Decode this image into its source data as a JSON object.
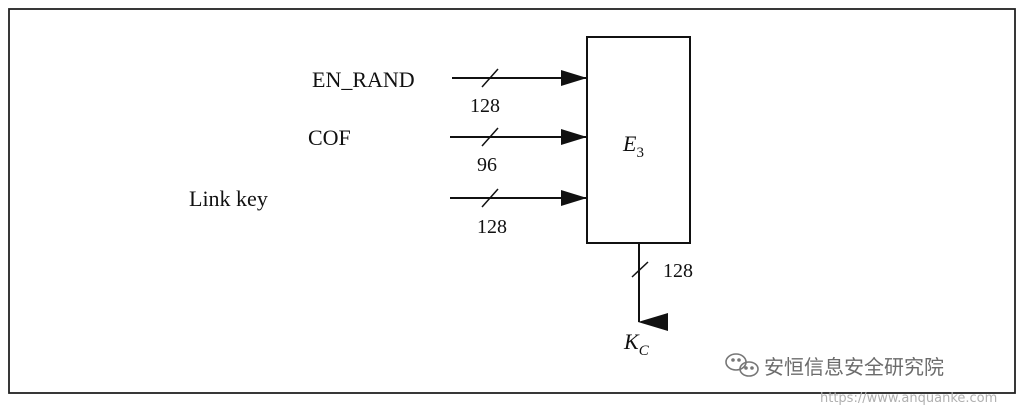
{
  "inputs": [
    {
      "label": "EN_RAND",
      "width": "128"
    },
    {
      "label": "COF",
      "width": "96"
    },
    {
      "label": "Link key",
      "width": "128"
    }
  ],
  "block": {
    "label_base": "E",
    "label_sub": "3"
  },
  "output": {
    "width": "128",
    "label_base": "K",
    "label_sub": "C"
  },
  "watermark": {
    "text": "安恒信息安全研究院",
    "icon": "wechat-icon",
    "url_partial": "https://www.anquanke.com"
  }
}
